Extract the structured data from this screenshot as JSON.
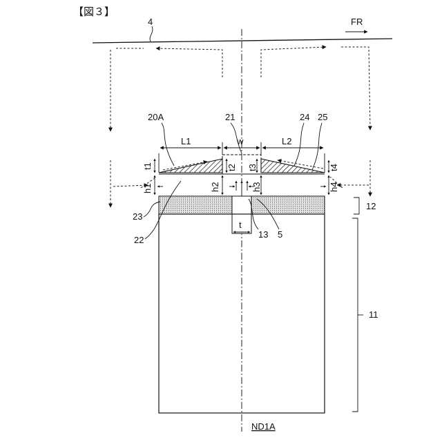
{
  "figure": {
    "title": "【図３】",
    "caption": "ND1A",
    "direction_label": "FR"
  },
  "labels": {
    "l4": "4",
    "l20a": "20A",
    "l21": "21",
    "l24": "24",
    "l25": "25",
    "L1": "L1",
    "w": "w",
    "L2": "L2",
    "t1": "t1",
    "t2": "t2",
    "t3": "t3",
    "t4": "t4",
    "h1": "h1",
    "h2": "h2",
    "h3": "h3",
    "h4": "h4",
    "l23": "23",
    "l22": "22",
    "t": "t",
    "l13": "13",
    "l5": "5",
    "l12": "12",
    "l11": "11"
  },
  "colors": {
    "ink": "#111111",
    "dotted_fill": "#d8d8d8"
  }
}
